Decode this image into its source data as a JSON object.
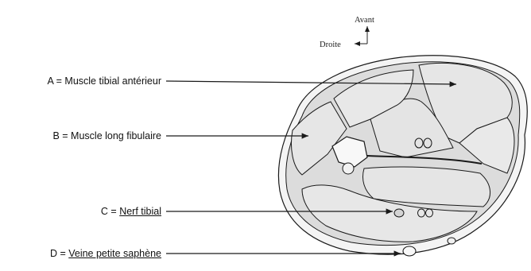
{
  "orientation": {
    "front": "Avant",
    "right": "Droite"
  },
  "labels": [
    {
      "letter": "A",
      "eq": " = ",
      "name": "Muscle tibial antérieur",
      "underline": false
    },
    {
      "letter": "B",
      "eq": " = ",
      "name": "Muscle long fibulaire",
      "underline": false
    },
    {
      "letter": "C",
      "eq": " = ",
      "name": "Nerf tibial",
      "underline": true
    },
    {
      "letter": "D",
      "eq": " = ",
      "name": "Veine petite saphène",
      "underline": true
    }
  ],
  "colors": {
    "ink": "#1a1a1a",
    "tissue": "#e2e2e2",
    "tissue_dark": "#cfcfcf",
    "skin": "#f6f6f6"
  }
}
